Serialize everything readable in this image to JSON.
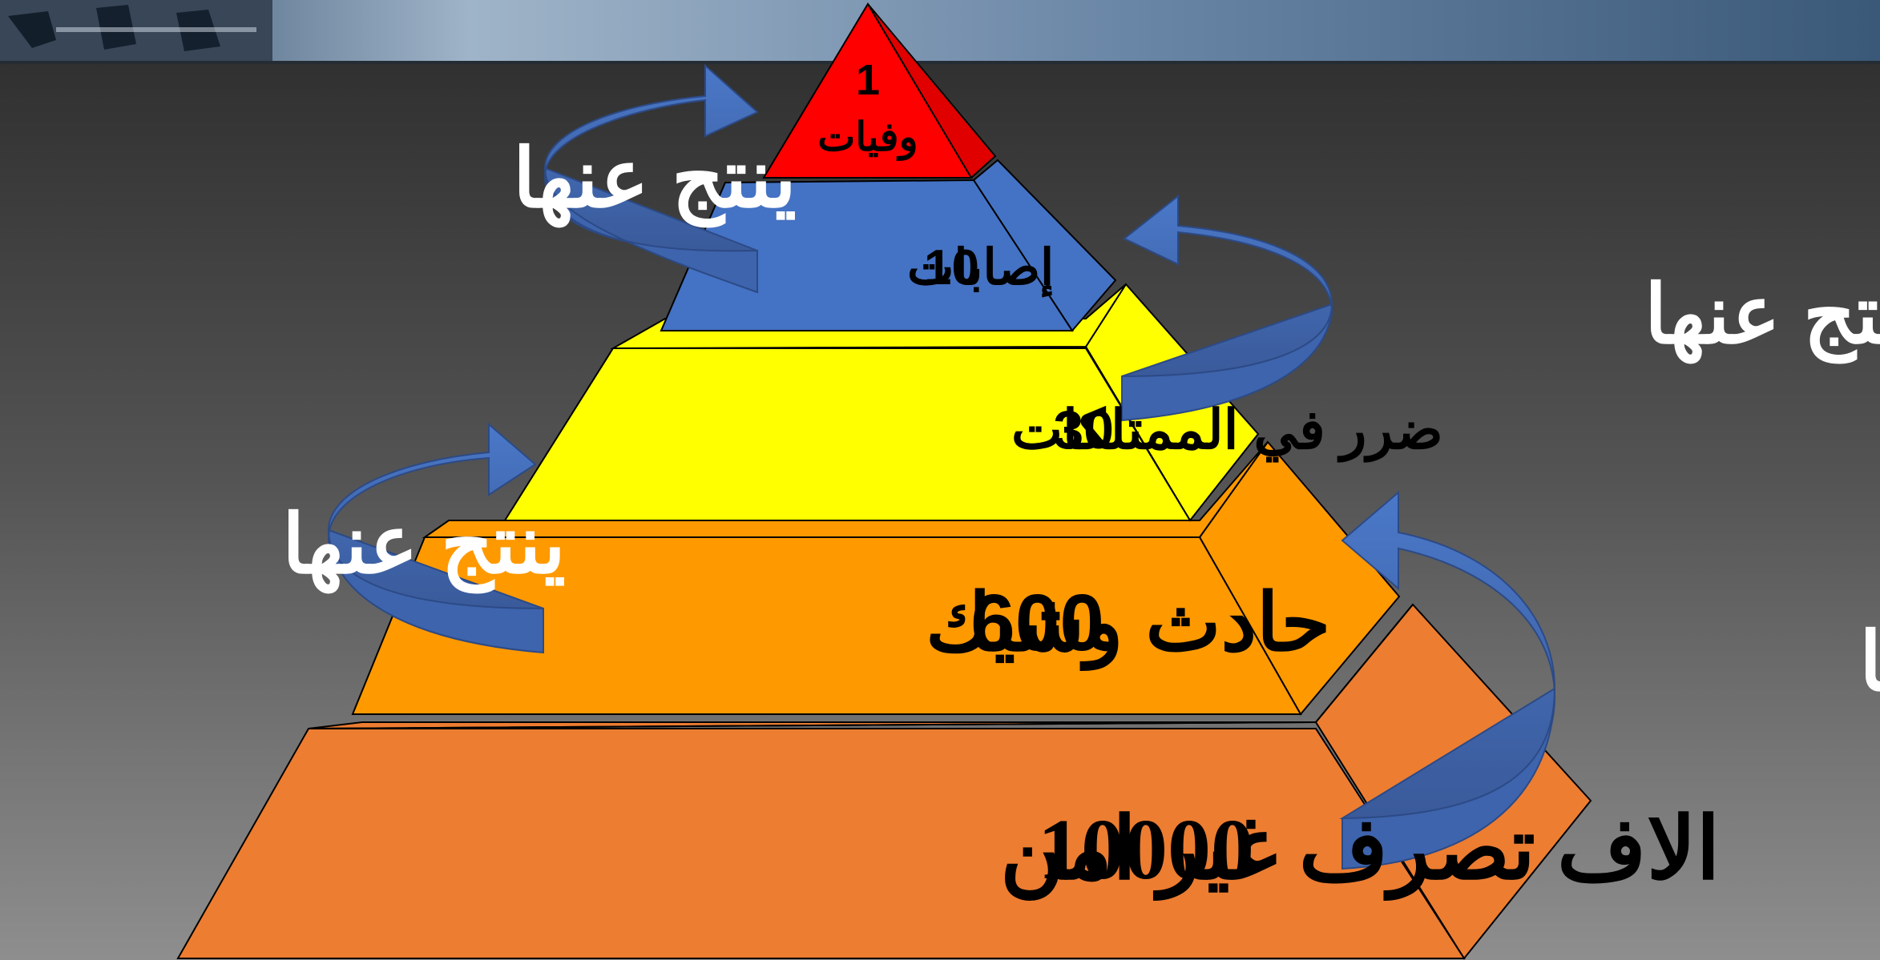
{
  "pyramid": {
    "levels": [
      {
        "number": "1",
        "label": "وفيات"
      },
      {
        "number": "10",
        "label": "إصابات"
      },
      {
        "number": "30",
        "label": "ضرر في الممتلكات"
      },
      {
        "number": "600",
        "label": "حادث وشيك"
      },
      {
        "number": "10000",
        "label": "الاف تصرف غير امن"
      }
    ],
    "connector_label": "ينتج عنها"
  },
  "colors": {
    "level1": "#ff0000",
    "level2": "#4472c4",
    "level3": "#ffff00",
    "level4": "#ff9900",
    "level5": "#ed7d31",
    "arrow": "#4472c4",
    "text_light": "#ffffff"
  }
}
